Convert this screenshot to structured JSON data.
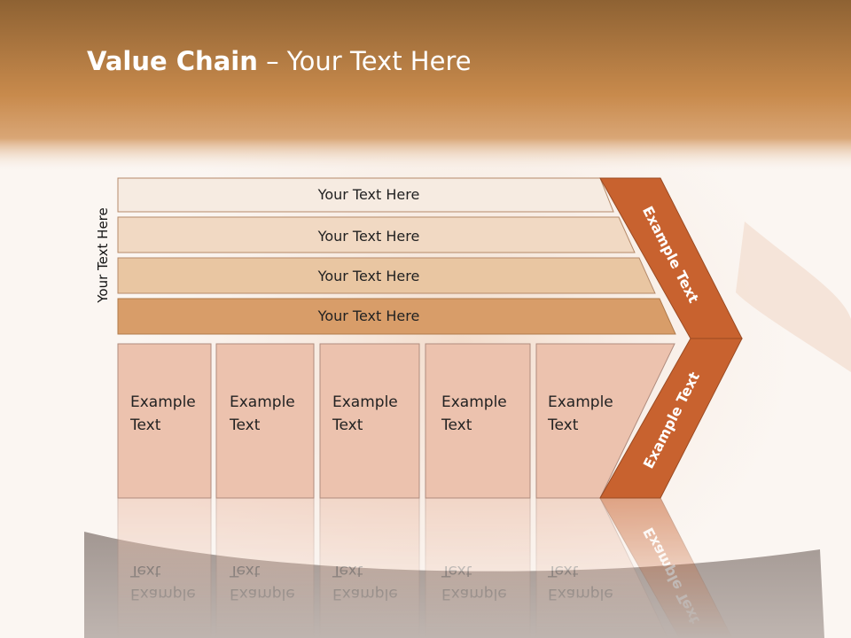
{
  "slide": {
    "title_bold": "Value Chain",
    "title_rest": " – Your Text Here",
    "vertical_label": "Your Text Here"
  },
  "bars": [
    {
      "label": "Your Text Here",
      "color": "#f6ebe1"
    },
    {
      "label": "Your Text Here",
      "color": "#f1d9c3"
    },
    {
      "label": "Your Text Here",
      "color": "#e9c6a2"
    },
    {
      "label": "Your Text Here",
      "color": "#d89d69"
    }
  ],
  "boxes": [
    {
      "line1": "Example",
      "line2": "Text"
    },
    {
      "line1": "Example",
      "line2": "Text"
    },
    {
      "line1": "Example",
      "line2": "Text"
    },
    {
      "line1": "Example",
      "line2": "Text"
    },
    {
      "line1": "Example",
      "line2": "Text"
    }
  ],
  "chevron": {
    "upper_label": "Example Text",
    "lower_label": "Example Text",
    "color": "#c8622f"
  },
  "colors": {
    "header": "#c88a4c",
    "box_fill": "#ecc2ae",
    "box_border": "#b08c7e"
  }
}
